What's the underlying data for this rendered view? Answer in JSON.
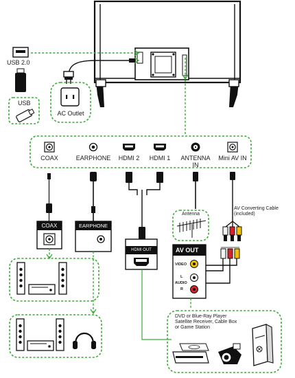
{
  "usb": {
    "top_label": "USB 2.0",
    "stick_label": "USB"
  },
  "ac": {
    "label": "AC Outlet"
  },
  "ports": [
    {
      "label": "COAX"
    },
    {
      "label": "EARPHONE"
    },
    {
      "label": "HDMI 2"
    },
    {
      "label": "HDMI 1"
    },
    {
      "label": "ANTENNA IN"
    },
    {
      "label": "Mini AV IN"
    }
  ],
  "devices": {
    "coax": "COAX",
    "earphone": "EARPHONE",
    "hdmi_out": "HDMI OUT",
    "antenna": "Antenna",
    "av_cable": "AV Converting Cable (included)",
    "av_out": {
      "title": "AV OUT",
      "video": "VIDEO",
      "l": "L",
      "audio": "AUDIO",
      "r": "R"
    },
    "source": "DVD or Blue-Ray Player Satellite Receiver, Cable Box or Game Station"
  },
  "colors": {
    "dash": "#3aaa35",
    "dark": "#111111",
    "av_yellow": "#f2c200",
    "av_red": "#d9232a",
    "av_white": "#f4f4f4"
  }
}
